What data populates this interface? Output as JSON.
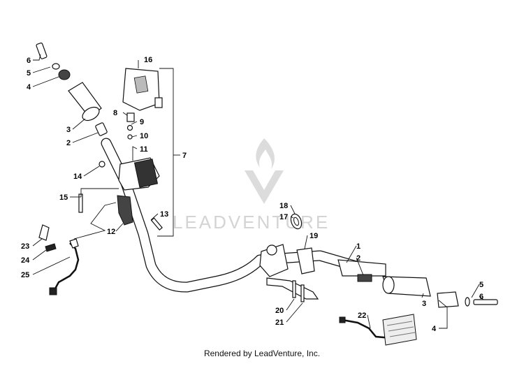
{
  "watermark": {
    "text": "LEADVENTURE"
  },
  "footer": {
    "text": "Rendered by LeadVenture, Inc."
  },
  "callouts": [
    "1",
    "2",
    "3",
    "4",
    "5",
    "6",
    "7",
    "8",
    "9",
    "10",
    "11",
    "12",
    "13",
    "14",
    "15",
    "16",
    "17",
    "18",
    "19",
    "20",
    "21",
    "22",
    "23",
    "24",
    "25"
  ],
  "left_callouts": [
    "6",
    "5",
    "4",
    "3",
    "2"
  ],
  "right_callouts": [
    "1",
    "2",
    "3",
    "4",
    "5",
    "6"
  ]
}
